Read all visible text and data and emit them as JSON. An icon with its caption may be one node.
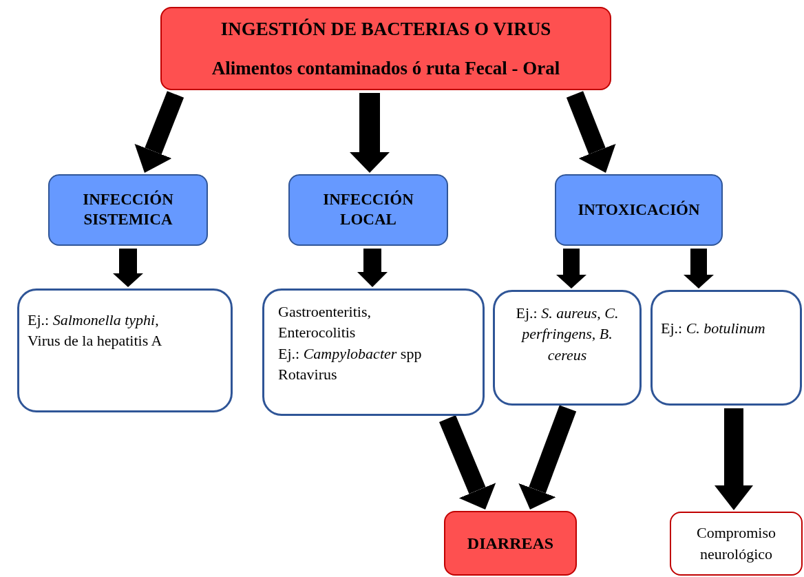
{
  "diagram": {
    "nodes": [
      {
        "text": [
          "INGESTIÓN DE BACTERIAS O VIRUS",
          "Alimentos contaminados ó ruta Fecal - Oral"
        ]
      },
      {
        "text": [
          "INFECCIÓN SISTEMICA"
        ]
      },
      {
        "text": [
          "INFECCIÓN LOCAL"
        ]
      },
      {
        "text": [
          "INTOXICACIÓN"
        ]
      },
      {
        "text": [
          "Ej.: *Salmonella typhi*, Virus de la hepatitis A"
        ]
      },
      {
        "text": [
          "Gastroenteritis, Enterocolitis",
          "Ej.: *Campylobacter* spp Rotavirus"
        ]
      },
      {
        "text": [
          "Ej.: *S. aureus, C. perfringens, B. cereus*"
        ]
      },
      {
        "text": [
          "Ej.: *C. botulinum*"
        ]
      },
      {
        "text": [
          "DIARREAS"
        ]
      },
      {
        "text": [
          "Compromiso neurológico"
        ]
      }
    ],
    "edges": [
      {
        "from": 0,
        "to": 1,
        "arrow": "to"
      },
      {
        "from": 0,
        "to": 2,
        "arrow": "to"
      },
      {
        "from": 0,
        "to": 3,
        "arrow": "to"
      },
      {
        "from": 1,
        "to": 4,
        "arrow": "to"
      },
      {
        "from": 2,
        "to": 5,
        "arrow": "to"
      },
      {
        "from": 3,
        "to": 6,
        "arrow": "to"
      },
      {
        "from": 3,
        "to": 7,
        "arrow": "to"
      },
      {
        "from": 5,
        "to": 8,
        "arrow": "to"
      },
      {
        "from": 6,
        "to": 8,
        "arrow": "to"
      },
      {
        "from": 7,
        "to": 9,
        "arrow": "to"
      }
    ]
  }
}
